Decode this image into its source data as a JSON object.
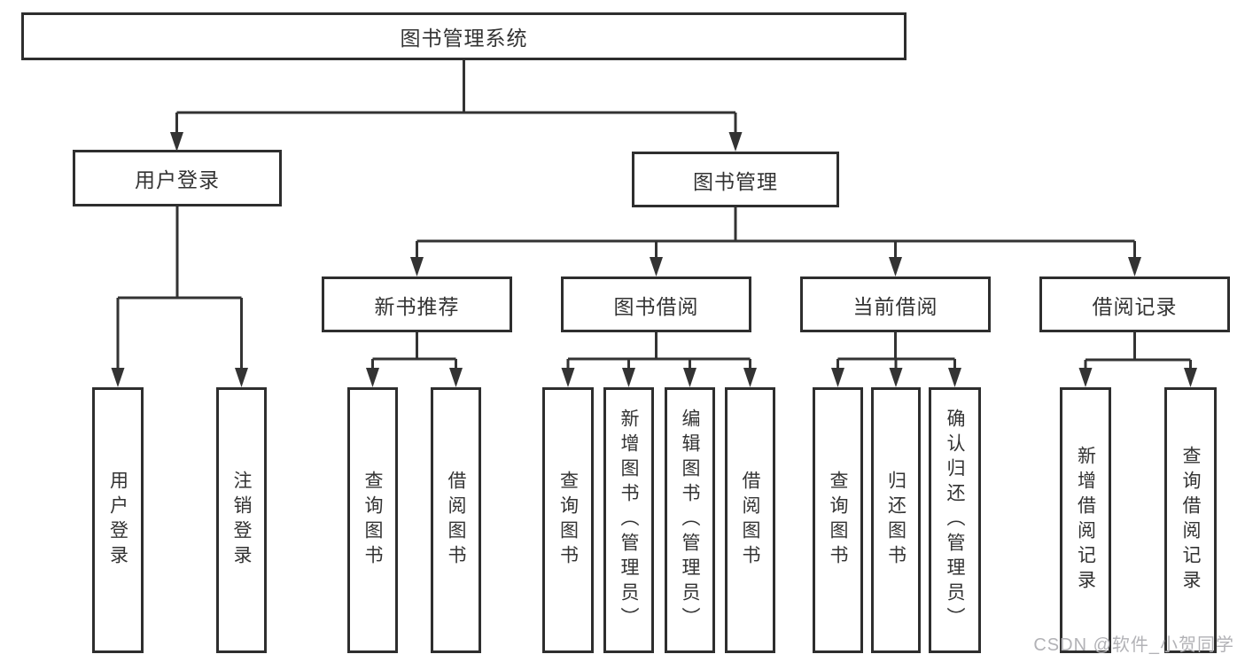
{
  "diagram": {
    "type": "hierarchy-tree",
    "title": "图书管理系统",
    "nodes": [
      {
        "id": "root",
        "label": "图书管理系统",
        "level": 1,
        "parent": null
      },
      {
        "id": "user-login",
        "label": "用户登录",
        "level": 2,
        "parent": "root"
      },
      {
        "id": "book-management",
        "label": "图书管理",
        "level": 2,
        "parent": "root"
      },
      {
        "id": "new-book-recommend",
        "label": "新书推荐",
        "level": 3,
        "parent": "book-management"
      },
      {
        "id": "book-borrowing",
        "label": "图书借阅",
        "level": 3,
        "parent": "book-management"
      },
      {
        "id": "current-borrowing",
        "label": "当前借阅",
        "level": 3,
        "parent": "book-management"
      },
      {
        "id": "borrowing-records",
        "label": "借阅记录",
        "level": 3,
        "parent": "book-management"
      },
      {
        "id": "leaf-user-login",
        "label": "用户登录",
        "level": 4,
        "parent": "user-login"
      },
      {
        "id": "leaf-logout",
        "label": "注销登录",
        "level": 4,
        "parent": "user-login"
      },
      {
        "id": "leaf-nb-query",
        "label": "查询图书",
        "level": 4,
        "parent": "new-book-recommend"
      },
      {
        "id": "leaf-nb-borrow",
        "label": "借阅图书",
        "level": 4,
        "parent": "new-book-recommend"
      },
      {
        "id": "leaf-bb-query",
        "label": "查询图书",
        "level": 4,
        "parent": "book-borrowing"
      },
      {
        "id": "leaf-bb-add",
        "label": "新增图书（管理员）",
        "level": 4,
        "parent": "book-borrowing"
      },
      {
        "id": "leaf-bb-edit",
        "label": "编辑图书（管理员）",
        "level": 4,
        "parent": "book-borrowing"
      },
      {
        "id": "leaf-bb-borrow",
        "label": "借阅图书",
        "level": 4,
        "parent": "book-borrowing"
      },
      {
        "id": "leaf-cb-query",
        "label": "查询图书",
        "level": 4,
        "parent": "current-borrowing"
      },
      {
        "id": "leaf-cb-return",
        "label": "归还图书",
        "level": 4,
        "parent": "current-borrowing"
      },
      {
        "id": "leaf-cb-confirm",
        "label": "确认归还（管理员）",
        "level": 4,
        "parent": "current-borrowing"
      },
      {
        "id": "leaf-br-add",
        "label": "新增借阅记录",
        "level": 4,
        "parent": "borrowing-records"
      },
      {
        "id": "leaf-br-query",
        "label": "查询借阅记录",
        "level": 4,
        "parent": "borrowing-records"
      }
    ]
  },
  "watermark": {
    "text": "CSDN @软件_小贺同学",
    "color": "#b2b2b6"
  },
  "colors": {
    "line": "#333333",
    "box_border": "#2e2e2e",
    "text": "#333333",
    "background": "#ffffff"
  }
}
